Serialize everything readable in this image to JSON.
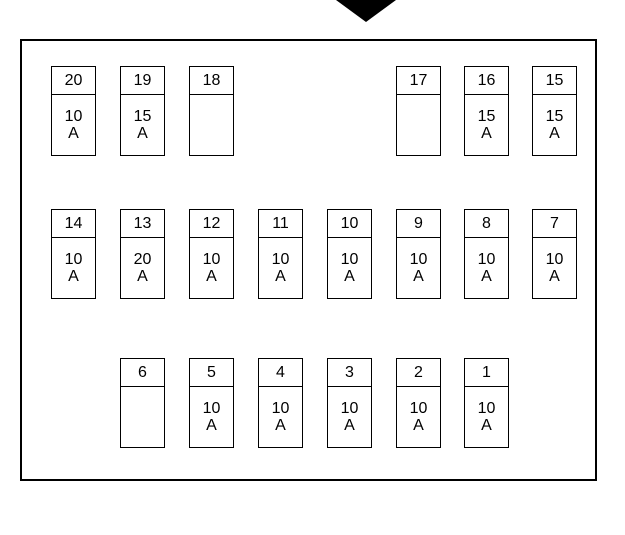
{
  "colors": {
    "highlight": "#ffff00",
    "line": "#000000"
  },
  "rows": [
    [
      {
        "id": "fuse-20",
        "number": "20",
        "rating": "10",
        "unit": "A",
        "highlighted": false
      },
      {
        "id": "fuse-19",
        "number": "19",
        "rating": "15",
        "unit": "A",
        "highlighted": false
      },
      {
        "id": "fuse-18",
        "number": "18",
        "rating": "",
        "unit": "",
        "highlighted": false
      },
      {
        "id": "fuse-17",
        "number": "17",
        "rating": "",
        "unit": "",
        "highlighted": false
      },
      {
        "id": "fuse-16",
        "number": "16",
        "rating": "15",
        "unit": "A",
        "highlighted": true
      },
      {
        "id": "fuse-15",
        "number": "15",
        "rating": "15",
        "unit": "A",
        "highlighted": true
      }
    ],
    [
      {
        "id": "fuse-14",
        "number": "14",
        "rating": "10",
        "unit": "A",
        "highlighted": false
      },
      {
        "id": "fuse-13",
        "number": "13",
        "rating": "20",
        "unit": "A",
        "highlighted": false
      },
      {
        "id": "fuse-12",
        "number": "12",
        "rating": "10",
        "unit": "A",
        "highlighted": false
      },
      {
        "id": "fuse-11",
        "number": "11",
        "rating": "10",
        "unit": "A",
        "highlighted": false
      },
      {
        "id": "fuse-10",
        "number": "10",
        "rating": "10",
        "unit": "A",
        "highlighted": false
      },
      {
        "id": "fuse-9",
        "number": "9",
        "rating": "10",
        "unit": "A",
        "highlighted": false
      },
      {
        "id": "fuse-8",
        "number": "8",
        "rating": "10",
        "unit": "A",
        "highlighted": false
      },
      {
        "id": "fuse-7",
        "number": "7",
        "rating": "10",
        "unit": "A",
        "highlighted": false
      }
    ],
    [
      {
        "id": "fuse-6",
        "number": "6",
        "rating": "",
        "unit": "",
        "highlighted": false
      },
      {
        "id": "fuse-5",
        "number": "5",
        "rating": "10",
        "unit": "A",
        "highlighted": false
      },
      {
        "id": "fuse-4",
        "number": "4",
        "rating": "10",
        "unit": "A",
        "highlighted": false
      },
      {
        "id": "fuse-3",
        "number": "3",
        "rating": "10",
        "unit": "A",
        "highlighted": false
      },
      {
        "id": "fuse-2",
        "number": "2",
        "rating": "10",
        "unit": "A",
        "highlighted": false
      },
      {
        "id": "fuse-1",
        "number": "1",
        "rating": "10",
        "unit": "A",
        "highlighted": false
      }
    ]
  ]
}
